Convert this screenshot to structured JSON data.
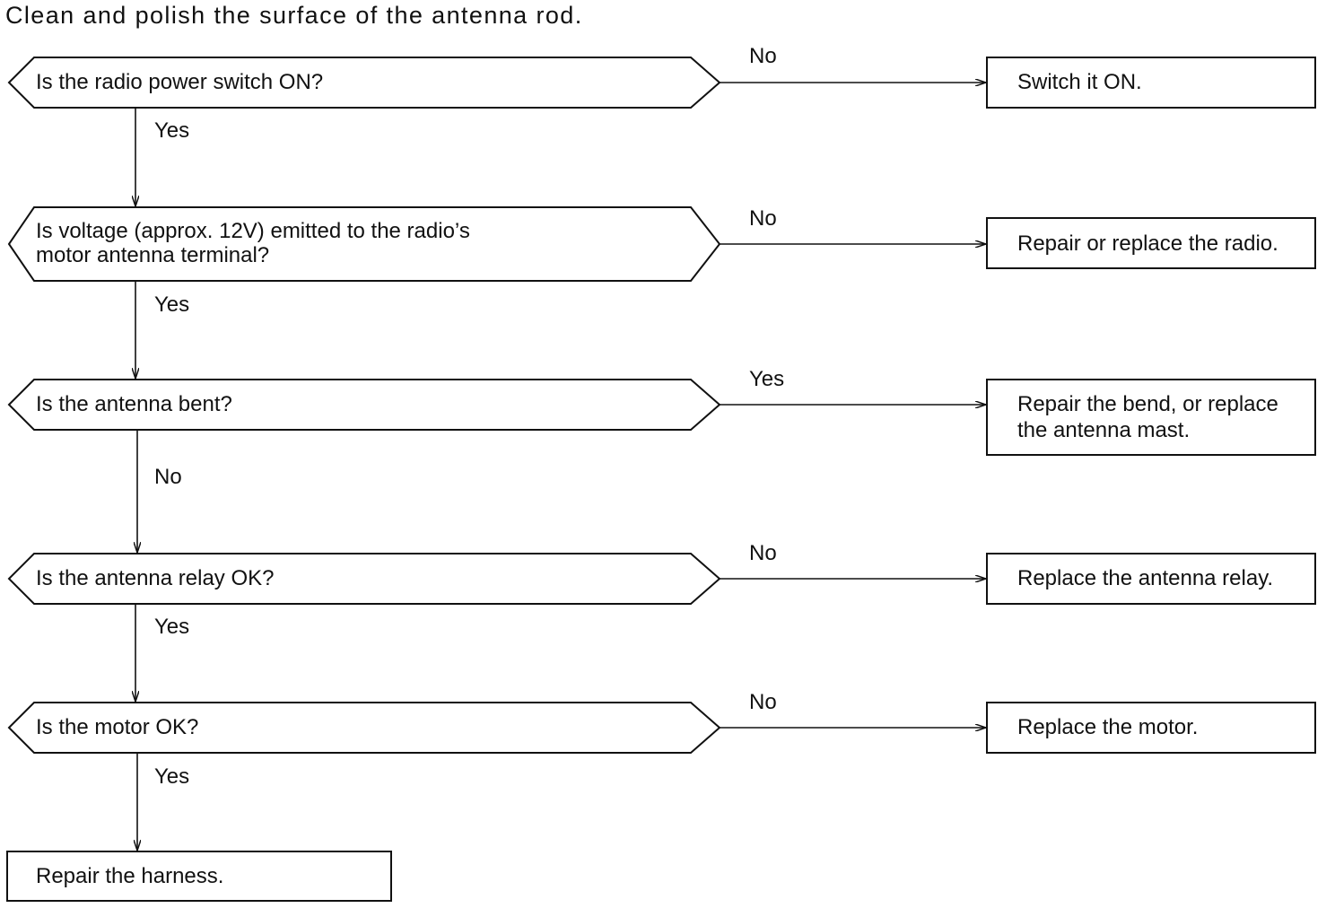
{
  "title": "Clean and polish the surface of the antenna rod.",
  "decisions": [
    {
      "line1": "Is the radio power switch ON?",
      "line2": ""
    },
    {
      "line1": "Is voltage (approx. 12V) emitted to the radio’s",
      "line2": "motor antenna terminal?"
    },
    {
      "line1": "Is the antenna bent?",
      "line2": ""
    },
    {
      "line1": "Is the antenna relay OK?",
      "line2": ""
    },
    {
      "line1": "Is the motor OK?",
      "line2": ""
    }
  ],
  "actions": [
    {
      "line1": "Switch it ON.",
      "line2": ""
    },
    {
      "line1": "Repair or replace the radio.",
      "line2": ""
    },
    {
      "line1": "Repair the bend, or replace",
      "line2": "the antenna mast."
    },
    {
      "line1": "Replace the antenna relay.",
      "line2": ""
    },
    {
      "line1": "Replace the motor.",
      "line2": ""
    }
  ],
  "final_action": "Repair the harness.",
  "branch_labels": [
    "No",
    "No",
    "Yes",
    "No",
    "No"
  ],
  "down_labels": [
    "Yes",
    "Yes",
    "No",
    "Yes",
    "Yes"
  ],
  "colors": {
    "line": "#111111",
    "background": "#ffffff"
  }
}
